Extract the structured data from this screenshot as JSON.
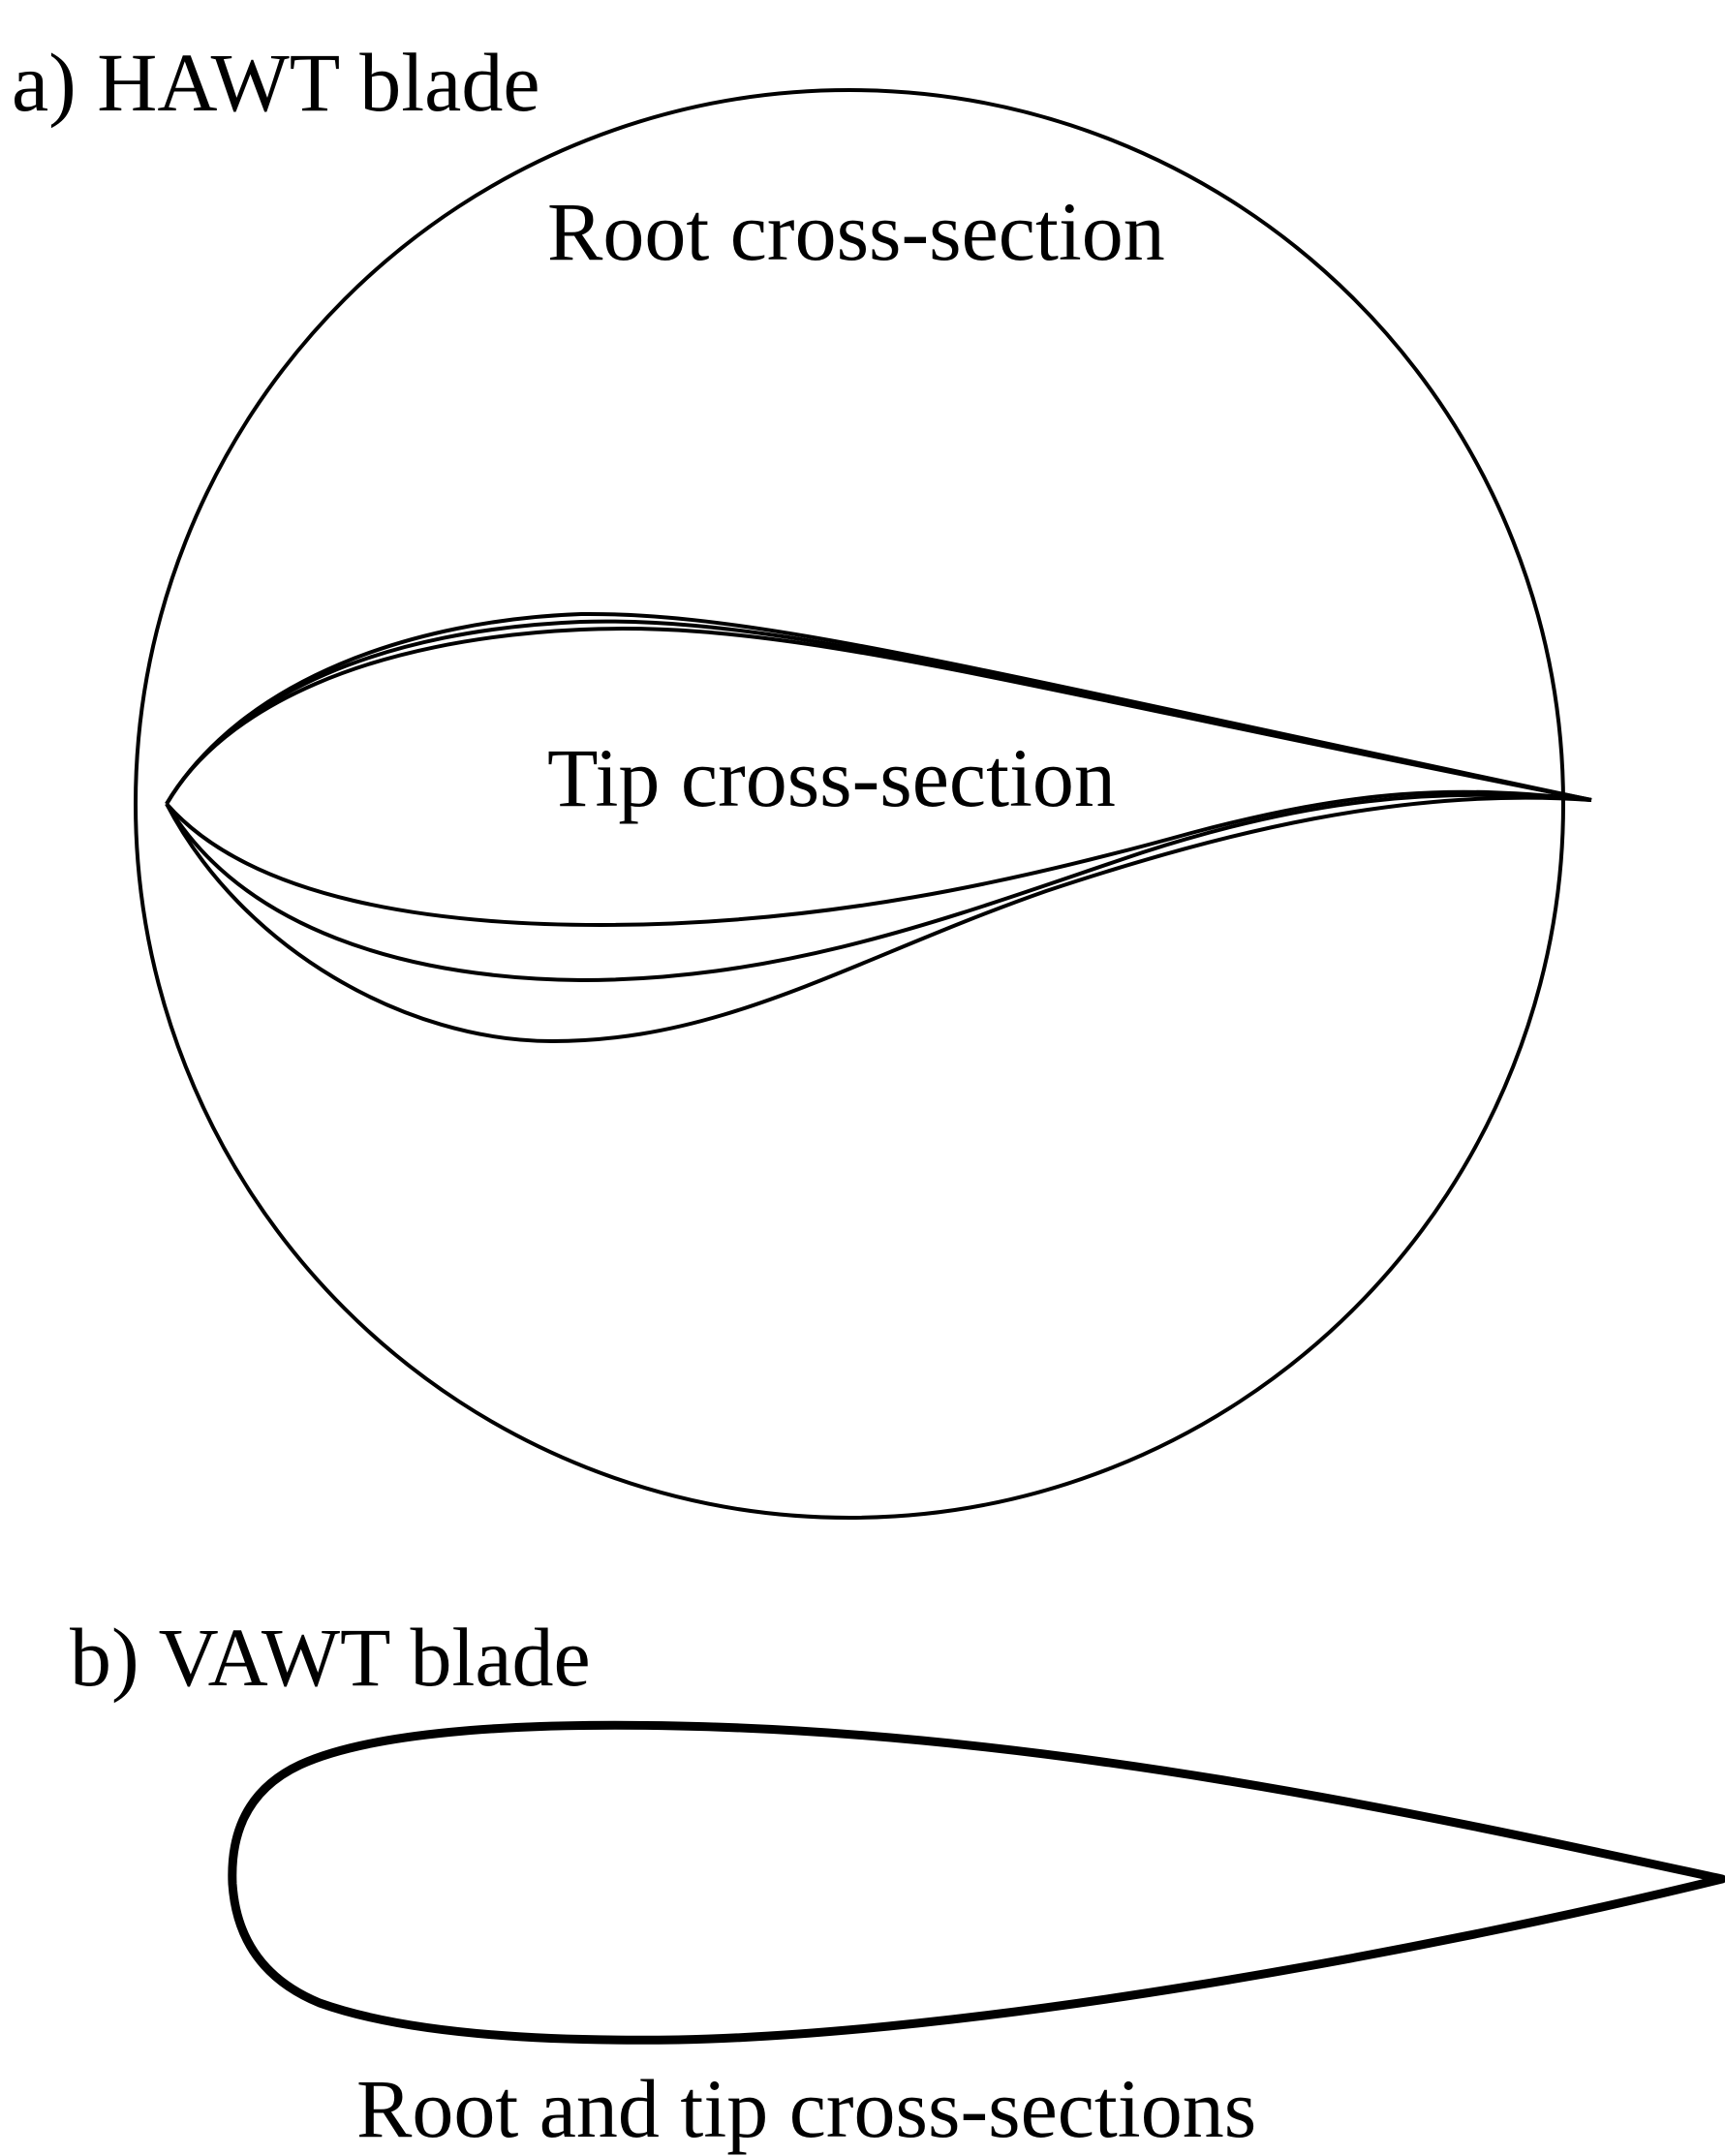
{
  "panel_a": {
    "title": "a) HAWT blade",
    "root_label": "Root cross-section",
    "tip_label": "Tip cross-section"
  },
  "panel_b": {
    "title": "b) VAWT blade",
    "section_label": "Root and tip cross-sections"
  },
  "colors": {
    "stroke": "#000000",
    "background": "#ffffff"
  }
}
